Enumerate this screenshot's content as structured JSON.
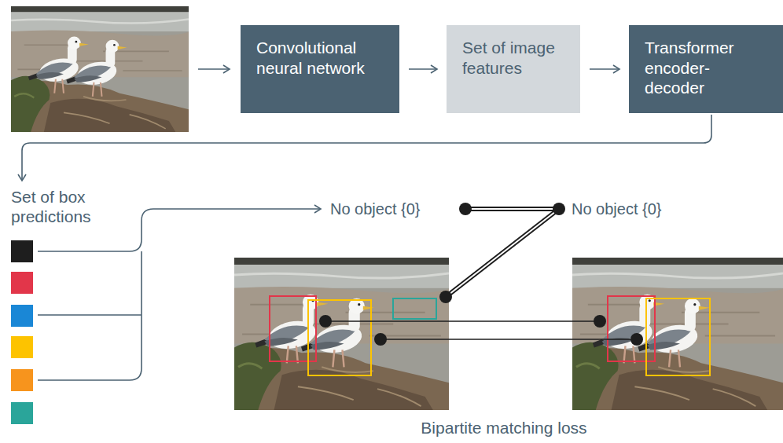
{
  "diagram": {
    "nodes": [
      {
        "text": [
          "Convolutional neural network"
        ]
      },
      {
        "text": [
          "Set of image features"
        ]
      },
      {
        "text": [
          "Transformer encoder-decoder"
        ]
      }
    ],
    "edges": [
      {
        "from": 0,
        "to": 1,
        "arrow": "to"
      },
      {
        "from": 1,
        "to": 2,
        "arrow": "to"
      }
    ],
    "labels": [
      "Set of box predictions",
      "No object {0}",
      "No object {0}",
      "Bipartite matching loss"
    ]
  }
}
